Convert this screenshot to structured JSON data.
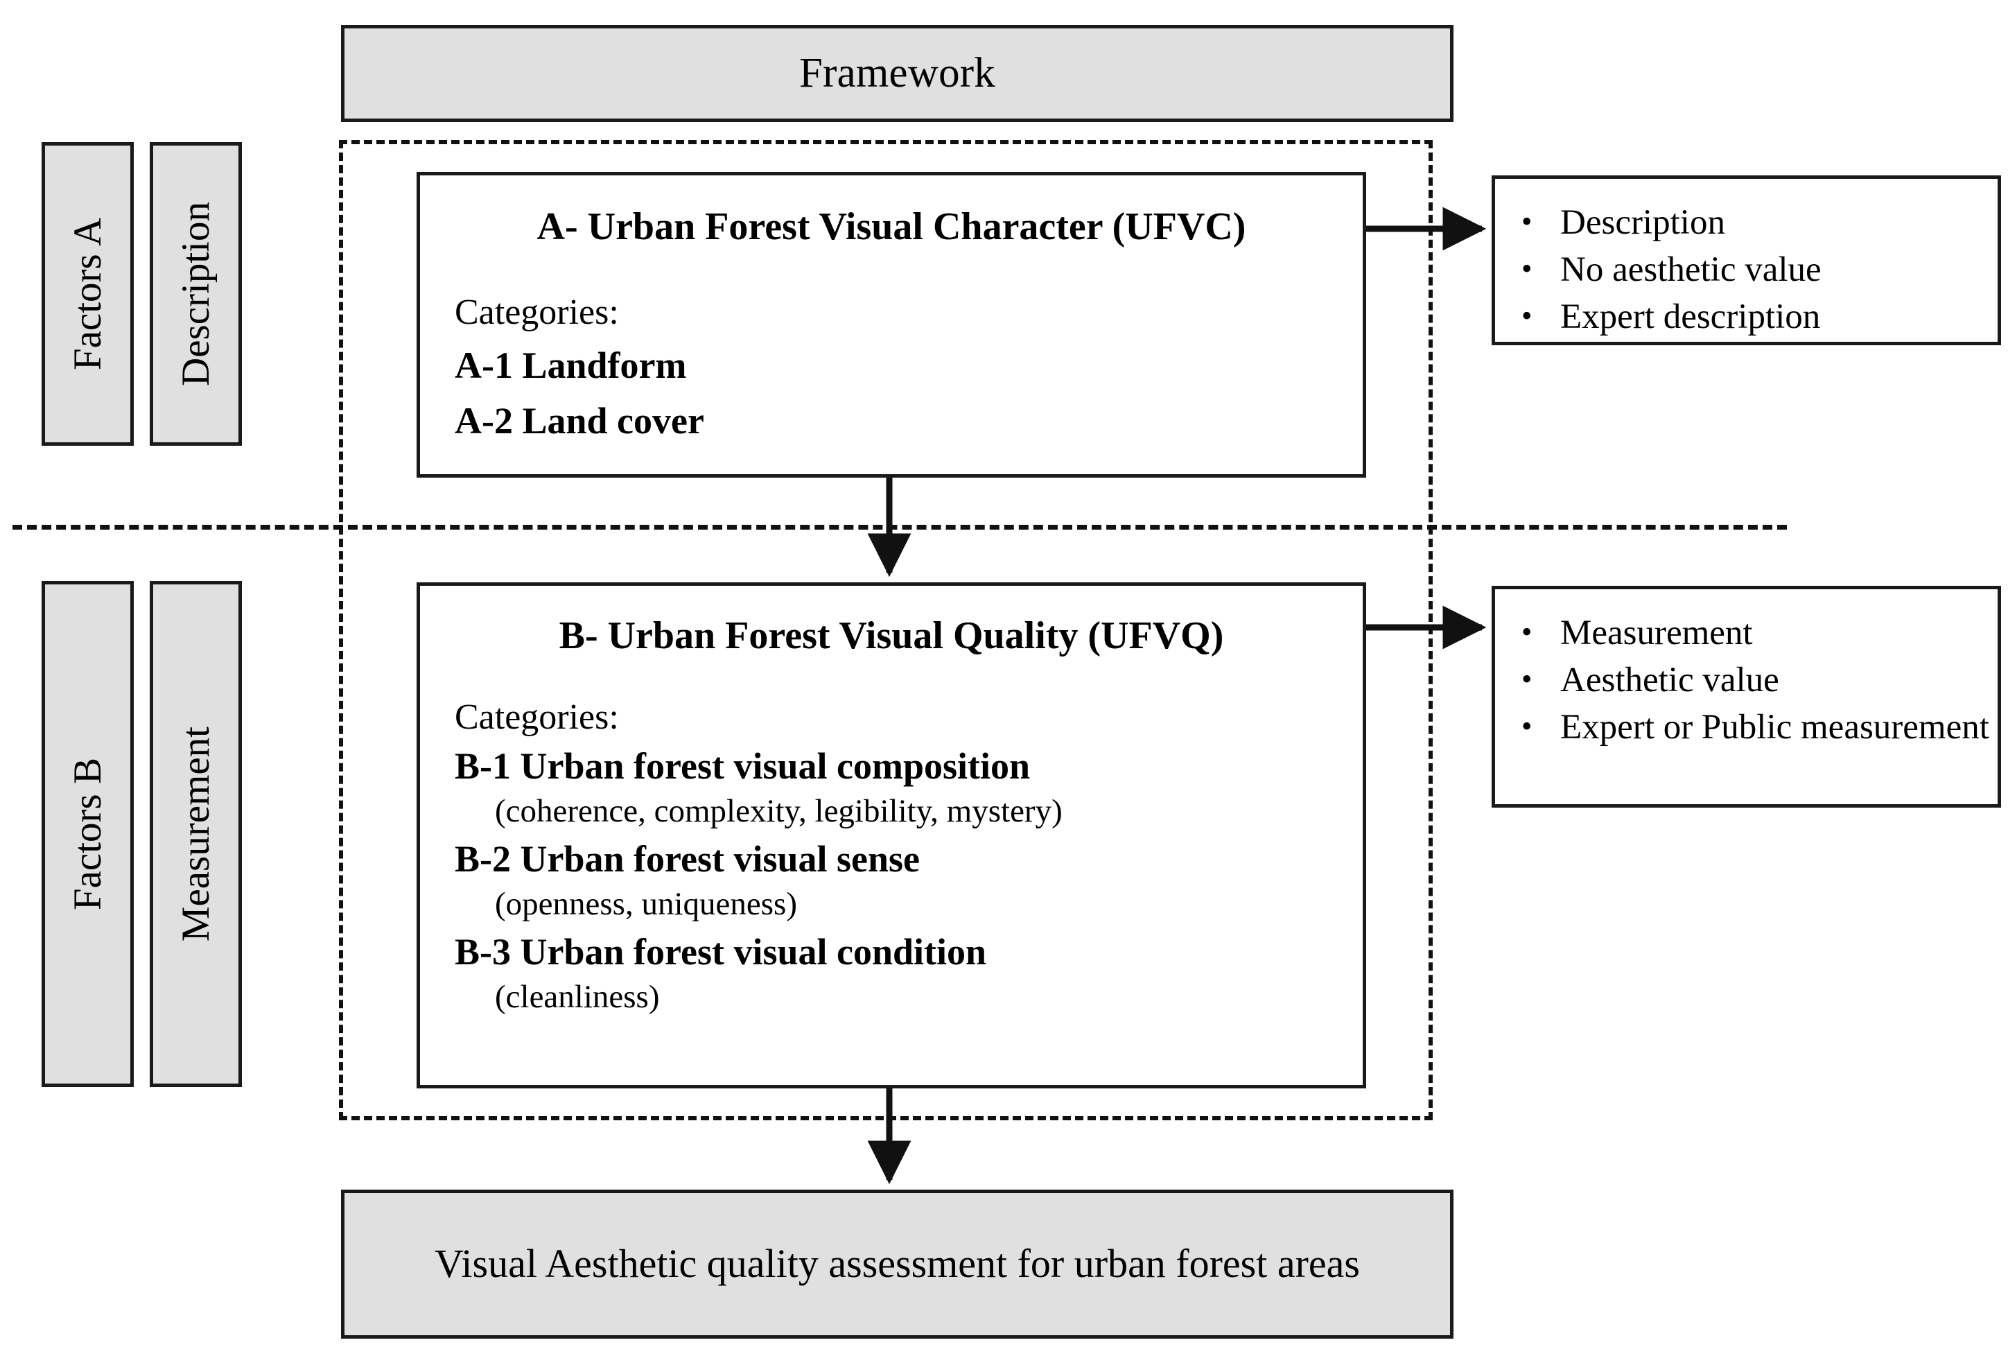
{
  "header": {
    "title": "Framework"
  },
  "side_labels": {
    "factors_a": "Factors A",
    "description": "Description",
    "factors_b": "Factors B",
    "measurement": "Measurement"
  },
  "box_a": {
    "title": "A- Urban Forest Visual Character (UFVC)",
    "categories_label": "Categories:",
    "categories": [
      {
        "name": "A-1 Landform",
        "sub": ""
      },
      {
        "name": "A-2 Land cover",
        "sub": ""
      }
    ]
  },
  "box_b": {
    "title": "B- Urban Forest Visual Quality (UFVQ)",
    "categories_label": "Categories:",
    "categories": [
      {
        "name": "B-1 Urban forest visual composition",
        "sub": "(coherence, complexity, legibility, mystery)"
      },
      {
        "name": "B-2 Urban forest visual sense",
        "sub": "(openness, uniqueness)"
      },
      {
        "name": "B-3 Urban forest visual condition",
        "sub": "(cleanliness)"
      }
    ]
  },
  "bullets_a": {
    "marker": "•",
    "items": [
      "Description",
      "No aesthetic value",
      "Expert description"
    ]
  },
  "bullets_b": {
    "marker": "•",
    "items": [
      "Measurement",
      "Aesthetic value",
      "Expert or Public measurement"
    ]
  },
  "result": {
    "text": "Visual Aesthetic quality assessment for urban forest areas"
  },
  "colors": {
    "shaded_fill": "#e0e0e0",
    "stroke": "#1a1a1a",
    "background": "#ffffff",
    "text": "#000000"
  }
}
